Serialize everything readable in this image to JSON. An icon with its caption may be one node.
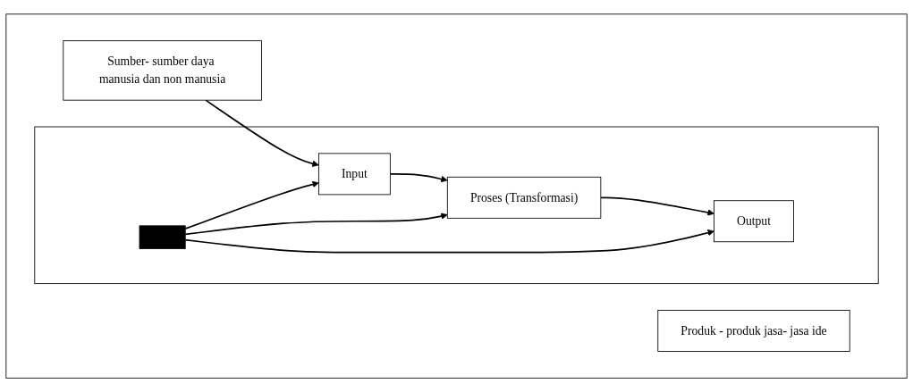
{
  "diagram": {
    "nodes": [
      {
        "text": [],
        "shape": "box"
      },
      {
        "text": [
          "Sumber- sumber daya manusia dan non manusia"
        ],
        "in": 0
      },
      {
        "text": [],
        "shape": "box",
        "in": 0
      },
      {
        "text": [
          "Input"
        ],
        "in": 2
      },
      {
        "text": [
          "Proses (Transformasi)"
        ],
        "in": 2
      },
      {
        "text": [
          "Output"
        ],
        "in": 2
      },
      {
        "text": [],
        "shape": "bar",
        "in": 2
      },
      {
        "text": [
          "Produk - produk jasa- jasa ide"
        ],
        "in": 0
      }
    ],
    "edges": [
      {
        "from": 1,
        "to": 3,
        "arrow": "to"
      },
      {
        "from": 3,
        "to": 4,
        "arrow": "to"
      },
      {
        "from": 4,
        "to": 5,
        "arrow": "to"
      },
      {
        "from": 6,
        "to": 3,
        "arrow": "to"
      },
      {
        "from": 6,
        "to": 4,
        "arrow": "to"
      },
      {
        "from": 6,
        "to": 5,
        "arrow": "to"
      }
    ]
  }
}
